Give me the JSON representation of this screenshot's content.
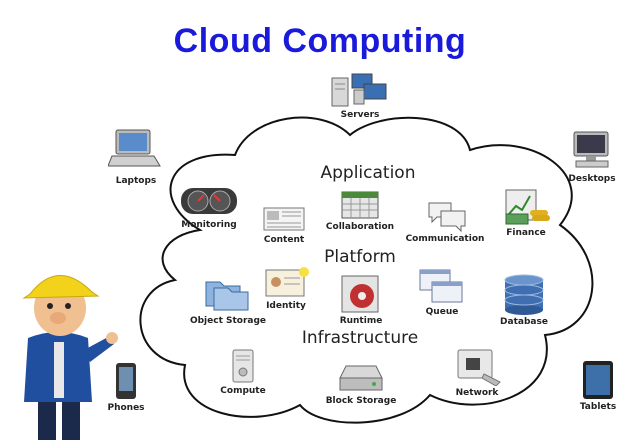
{
  "title": "Cloud Computing",
  "sections": {
    "application": "Application",
    "platform": "Platform",
    "infrastructure": "Infrastructure"
  },
  "devices": {
    "servers": "Servers",
    "laptops": "Laptops",
    "desktops": "Desktops",
    "phones": "Phones",
    "tablets": "Tablets"
  },
  "services": {
    "monitoring": "Monitoring",
    "content": "Content",
    "collaboration": "Collaboration",
    "communication": "Communication",
    "finance": "Finance",
    "identity": "Identity",
    "object_storage": "Object Storage",
    "runtime": "Runtime",
    "queue": "Queue",
    "database": "Database",
    "compute": "Compute",
    "block_storage": "Block Storage",
    "network": "Network"
  },
  "colors": {
    "title": "#1a1adb",
    "cloud_outline": "#111111",
    "worker_helmet": "#f2d21a",
    "worker_jacket": "#1f4f9e"
  }
}
